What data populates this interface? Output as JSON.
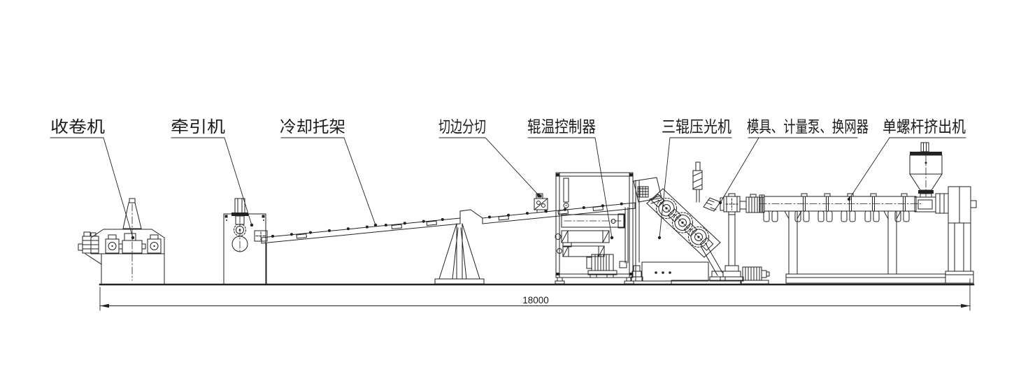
{
  "diagram": {
    "type": "engineering-line-drawing",
    "description": "plastic-sheet-extrusion-line-layout",
    "labels": [
      {
        "id": "winder",
        "text": "收卷机"
      },
      {
        "id": "haul-off",
        "text": "牵引机"
      },
      {
        "id": "cooling-bracket",
        "text": "冷却托架"
      },
      {
        "id": "edge-trim-slitting",
        "text": "切边分切"
      },
      {
        "id": "roller-temp-controller",
        "text": "辊温控制器"
      },
      {
        "id": "three-roll-calender",
        "text": "三辊压光机"
      },
      {
        "id": "die-metering-pump-screen-changer",
        "text": "模具、计量泵、换网器"
      },
      {
        "id": "single-screw-extruder",
        "text": "单螺杆挤出机"
      }
    ],
    "dimension": {
      "total_length": "18000"
    },
    "colors": {
      "line": "#222222",
      "background": "#ffffff"
    }
  }
}
